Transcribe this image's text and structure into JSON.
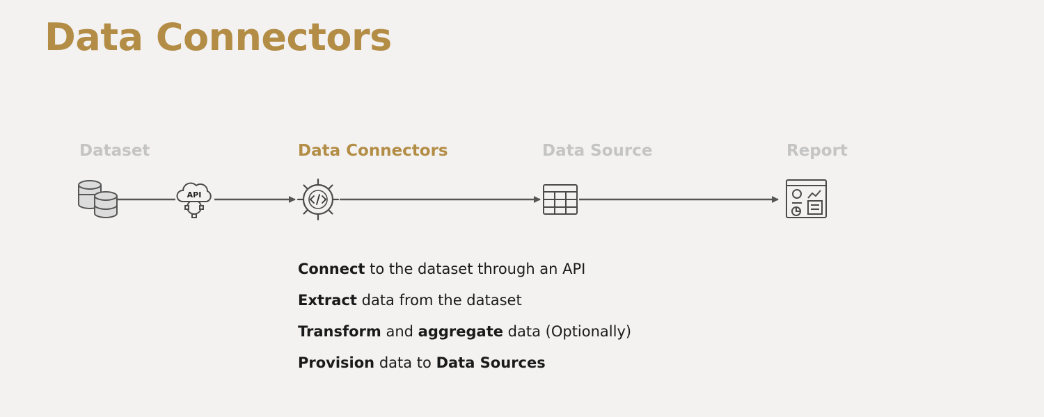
{
  "title": "Data Connectors",
  "stages": {
    "dataset": "Dataset",
    "connectors": "Data Connectors",
    "source": "Data Source",
    "report": "Report"
  },
  "api_icon_text": "API",
  "bullets": [
    {
      "b1": "Connect",
      "t1": " to the dataset through an API"
    },
    {
      "b1": "Extract",
      "t1": " data from the dataset"
    },
    {
      "b1": "Transform",
      "t1": " and ",
      "b2": "aggregate",
      "t2": " data (Optionally)"
    },
    {
      "b1": "Provision",
      "t1": " data to ",
      "b2": "Data Sources"
    }
  ],
  "colors": {
    "accent": "#b38d46",
    "inactive": "#c4c4c4",
    "line": "#555555",
    "icon": "#4a4a4a"
  }
}
